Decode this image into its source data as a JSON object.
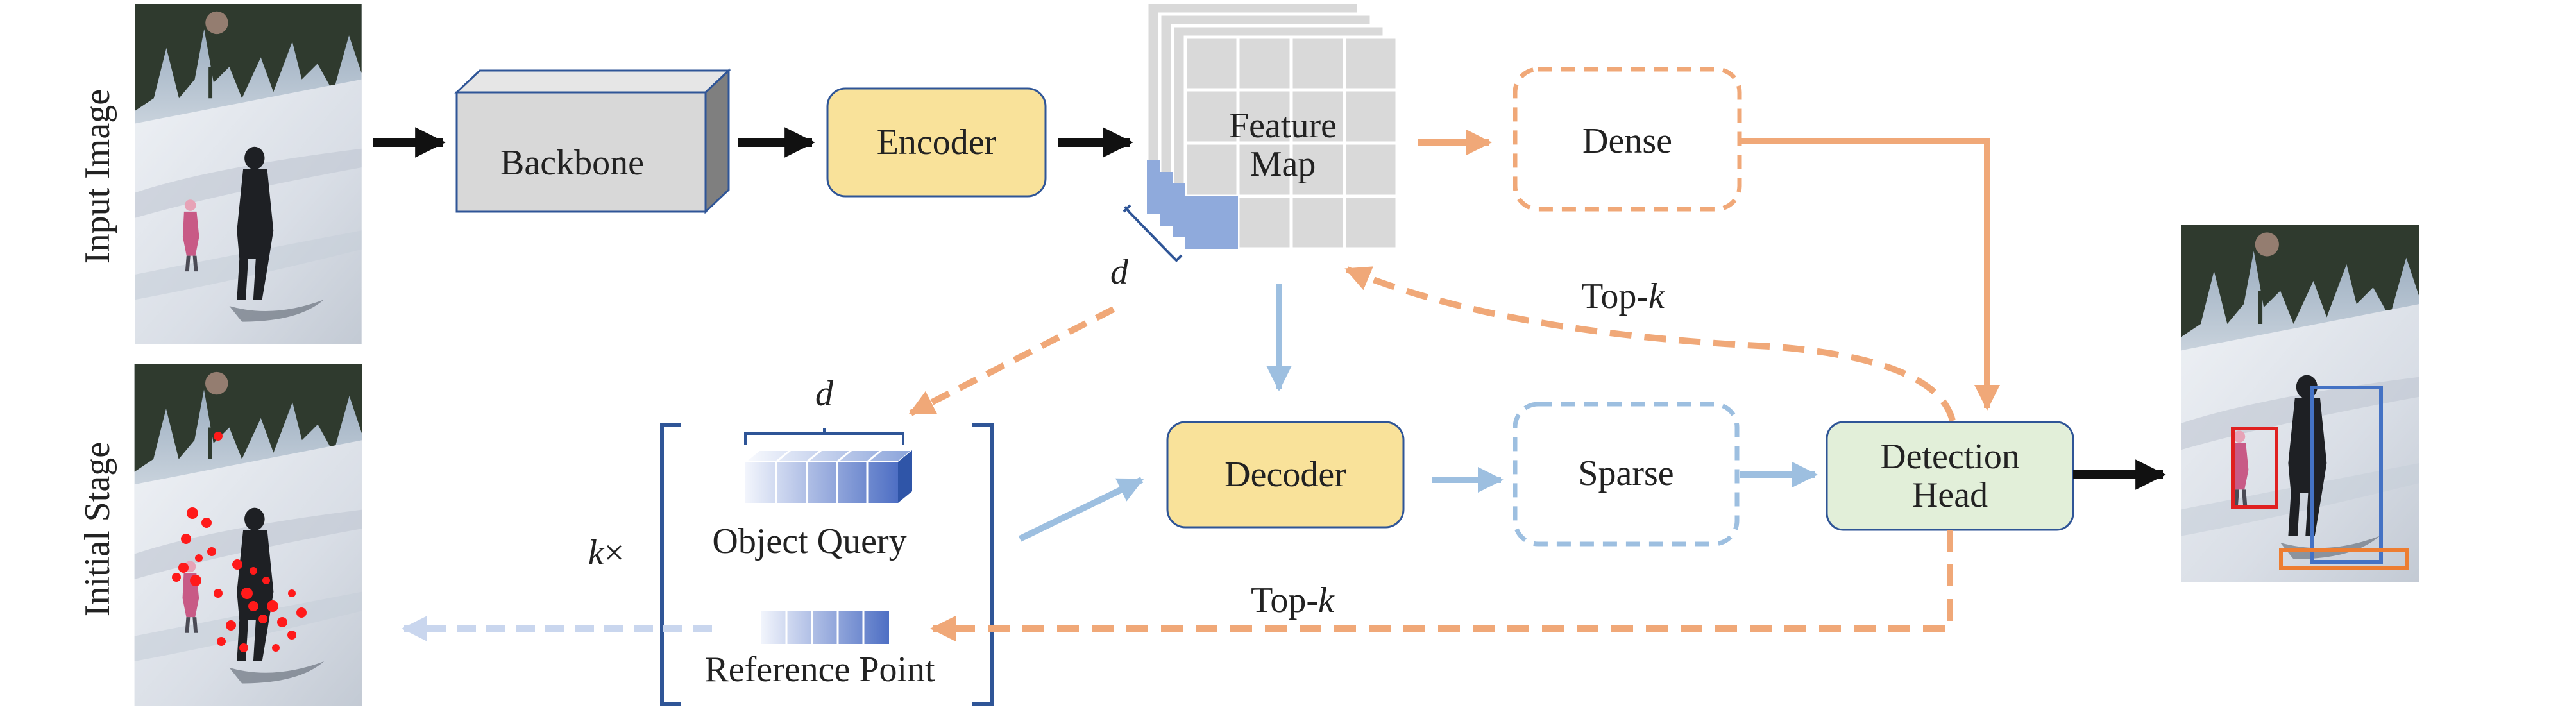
{
  "labels": {
    "input_image": "Input Image",
    "initial_stage": "Initial Stage",
    "backbone": "Backbone",
    "encoder": "Encoder",
    "feature_map_line1": "Feature",
    "feature_map_line2": "Map",
    "dense": "Dense",
    "decoder": "Decoder",
    "sparse": "Sparse",
    "detection_head_line1": "Detection",
    "detection_head_line2": "Head",
    "object_query": "Object Query",
    "reference_point": "Reference Point",
    "top_k_upper_prefix": "Top-",
    "top_k_upper_var": "k",
    "top_k_lower_prefix": "Top-",
    "top_k_lower_var": "k",
    "d_feature": "d",
    "d_query": "d",
    "k_times_var": "k",
    "k_times_symbol": "×"
  },
  "colors": {
    "encoder_fill": "#F9E29A",
    "decoder_fill": "#F9E29A",
    "detection_head_fill": "#E2EFD9",
    "backbone_fill": "#D8D8D8",
    "orange_flow": "#F0A878",
    "blue_flow": "#9DBFE0",
    "black_flow": "#111111",
    "box_stroke": "#2F5597",
    "bracket": "#2F5597",
    "feature_cell": "#D9D9D9",
    "feature_highlight": "#8FAADC",
    "detection_red": "#E02020",
    "detection_blue": "#4472C4",
    "detection_orange": "#ED7D31"
  },
  "icons": [
    "ski-photo-input",
    "ski-photo-initial-stage",
    "ski-photo-output"
  ]
}
